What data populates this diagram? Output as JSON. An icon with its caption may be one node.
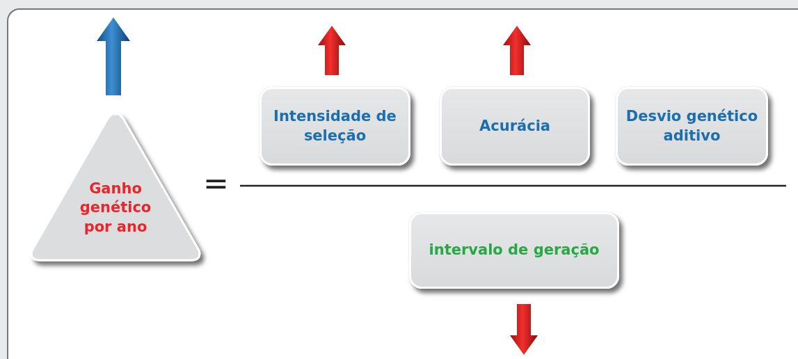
{
  "diagram": {
    "nodes": [
      {
        "text": [
          "Ganho genético por ano"
        ]
      },
      {
        "text": [
          "Intensidade de seleção"
        ]
      },
      {
        "text": [
          "Acurácia"
        ]
      },
      {
        "text": [
          "Desvio genético aditivo"
        ]
      },
      {
        "text": [
          "intervalo de geração"
        ]
      }
    ],
    "labels": [
      "="
    ]
  }
}
